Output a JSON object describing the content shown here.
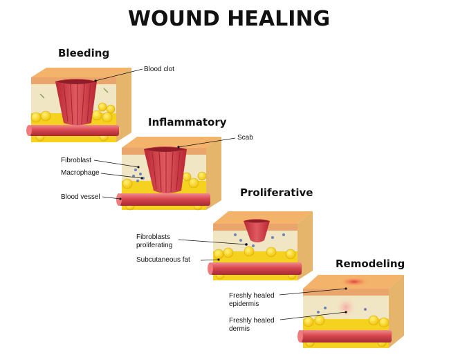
{
  "title": "WOUND HEALING",
  "stages": [
    {
      "name": "Bleeding"
    },
    {
      "name": "Inflammatory"
    },
    {
      "name": "Proliferative"
    },
    {
      "name": "Remodeling"
    }
  ],
  "labels": {
    "blood_clot": "Blood clot",
    "scab": "Scab",
    "fibroblast": "Fibroblast",
    "macrophage": "Macrophage",
    "blood_vessel": "Blood vessel",
    "fibroblasts_proliferating_1": "Fibroblasts",
    "fibroblasts_proliferating_2": "proliferating",
    "subcutaneous_fat": "Subcutaneous fat",
    "freshly_healed_epidermis_1": "Freshly healed",
    "freshly_healed_epidermis_2": "epidermis",
    "freshly_healed_dermis_1": "Freshly healed",
    "freshly_healed_dermis_2": "dermis"
  },
  "colors": {
    "skin_top": "#f4b36a",
    "epidermis": "#e9a46a",
    "dermis": "#f1e6c4",
    "fat": "#f5d21f",
    "vessel": "#d9474f",
    "wound": "#c4303b",
    "side_shade": "#e8c27a"
  }
}
